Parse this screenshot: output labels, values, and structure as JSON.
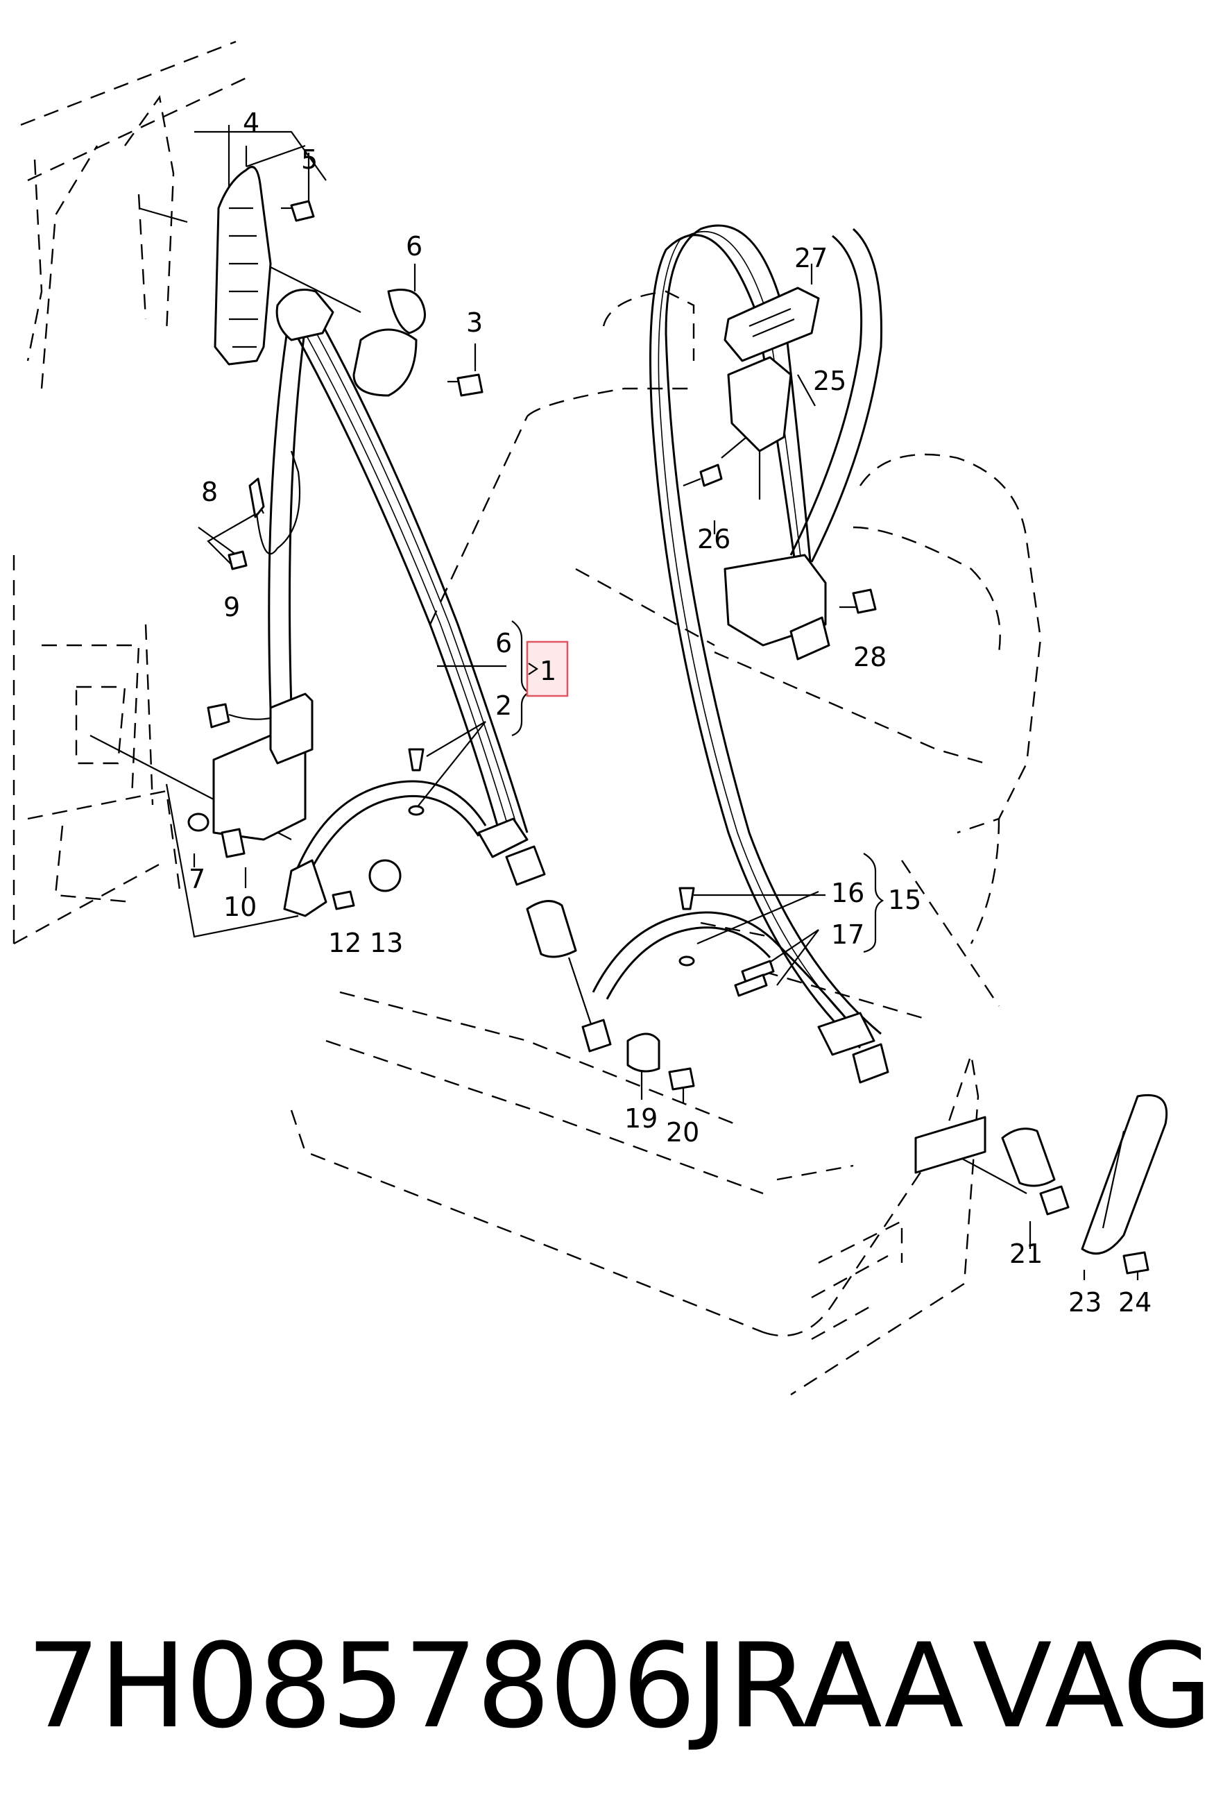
{
  "labels": {
    "l1": "1",
    "l2": "2",
    "l3": "3",
    "l4": "4",
    "l5": "5",
    "l6a": "6",
    "l6b": "6",
    "l7": "7",
    "l8": "8",
    "l9": "9",
    "l10": "10",
    "l12": "12",
    "l13": "13",
    "l15": "15",
    "l16": "16",
    "l17": "17",
    "l19": "19",
    "l20": "20",
    "l21": "21",
    "l23": "23",
    "l24": "24",
    "l25": "25",
    "l26": "26",
    "l27": "27",
    "l28": "28"
  },
  "footer": {
    "part_number": "7H0857806JRAA",
    "brand": "VAG"
  },
  "colors": {
    "highlight_fill": "#fde8ea",
    "highlight_stroke": "#e05561",
    "line": "#000000",
    "background": "#ffffff"
  }
}
